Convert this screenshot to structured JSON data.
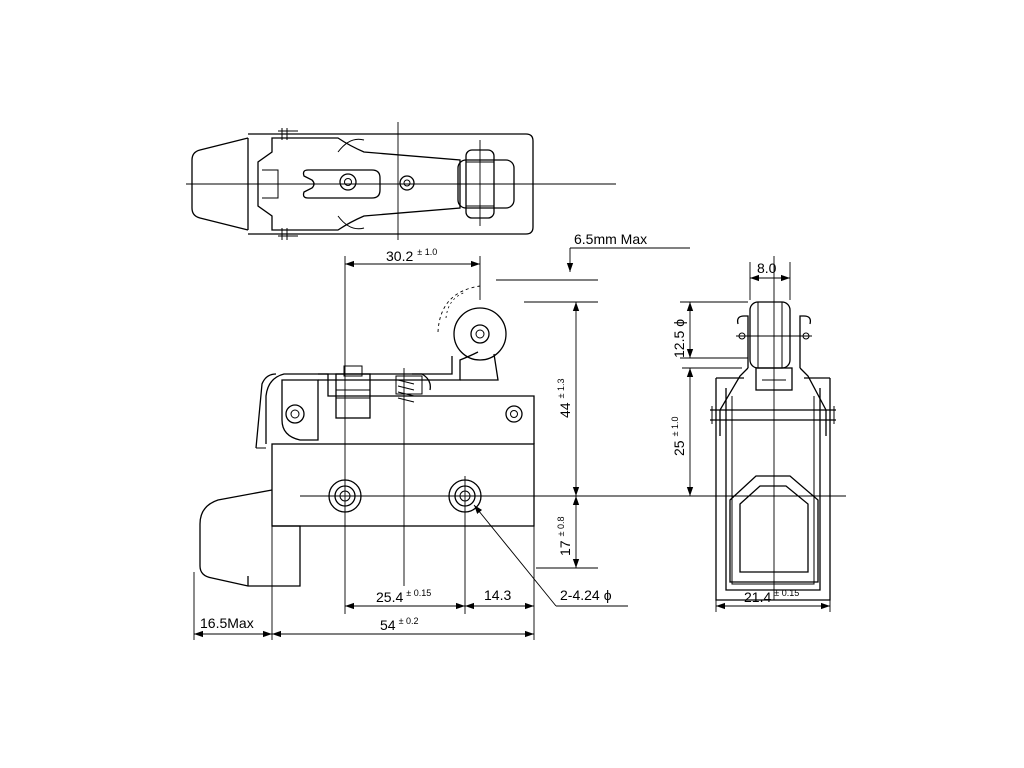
{
  "dimensions": {
    "roller_offset": {
      "value": "30.2",
      "tol": "± 1.0"
    },
    "overtravel": {
      "value": "6.5mm Max"
    },
    "roller_width": {
      "value": "8.0"
    },
    "roller_dia": {
      "value": "12.5",
      "sym": "ϕ"
    },
    "height_44": {
      "value": "44",
      "tol": "± 1.3"
    },
    "height_25": {
      "value": "25",
      "tol": "± 1.0"
    },
    "height_17": {
      "value": "17",
      "tol": "± 0.8"
    },
    "hole_pitch": {
      "value": "25.4",
      "tol": "± 0.15"
    },
    "hole_edge": {
      "value": "14.3"
    },
    "holes": {
      "value": "2-4.24",
      "sym": "ϕ"
    },
    "plunger_max": {
      "value": "16.5Max"
    },
    "body_length": {
      "value": "54",
      "tol": "± 0.2"
    },
    "body_width": {
      "value": "21.4",
      "tol": "± 0.15"
    }
  }
}
